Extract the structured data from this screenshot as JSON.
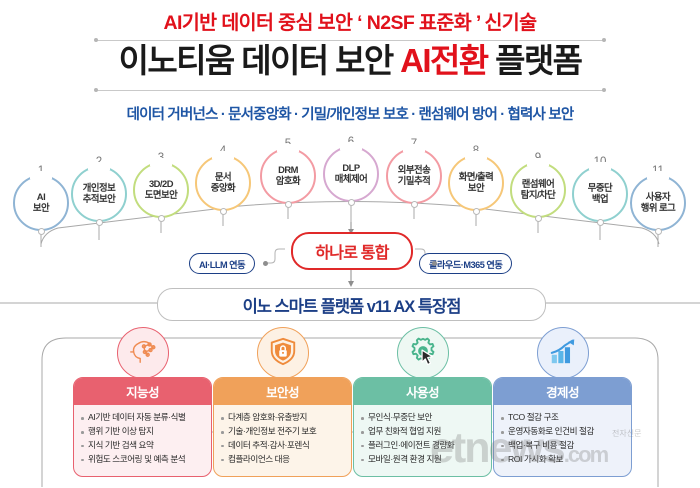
{
  "header": {
    "kicker": "AI기반 데이터 중심 보안 ‘ N2SF 표준화 ’ 신기술",
    "title_pre": "이노티움 데이터 보안 ",
    "title_accent": "AI전환",
    "title_post": " 플랫폼",
    "subtitle": "데이터 거버넌스 · 문서중앙화 · 기밀/개인정보 보호 · 랜섬웨어 방어 · 협력사 보안",
    "kicker_color": "#e1111b",
    "accent_color": "#e1111b",
    "subtitle_color": "#1f56a5"
  },
  "nodes": [
    {
      "num": "1",
      "label": "AI\n보안",
      "color": "#8fb4d4"
    },
    {
      "num": "2",
      "label": "개인정보\n추적보안",
      "color": "#8fd0cf"
    },
    {
      "num": "3",
      "label": "3D/2D\n도면보안",
      "color": "#c2dd7e"
    },
    {
      "num": "4",
      "label": "문서\n중앙화",
      "color": "#f6c778"
    },
    {
      "num": "5",
      "label": "DRM\n암호화",
      "color": "#f39ba3"
    },
    {
      "num": "6",
      "label": "DLP\n매체제어",
      "color": "#d6a8d0"
    },
    {
      "num": "7",
      "label": "외부전송\n기밀추적",
      "color": "#f39ba3"
    },
    {
      "num": "8",
      "label": "화면/출력\n보안",
      "color": "#f6c778"
    },
    {
      "num": "9",
      "label": "랜섬웨어\n탐지/차단",
      "color": "#c2dd7e"
    },
    {
      "num": "10",
      "label": "무중단\n백업",
      "color": "#8fd0cf"
    },
    {
      "num": "11",
      "label": "사용자\n행위 로그",
      "color": "#8fb4d4"
    }
  ],
  "center": {
    "hub_label": "하나로 통합",
    "hub_color": "#e02929",
    "left_pill": "AI·LLM 연동",
    "right_pill": "클라우드·M365 연동",
    "pill_color": "#1c3f86",
    "platform_bar": "이노 스마트 플랫폼 v11 AX 특장점"
  },
  "cards": [
    {
      "title": "지능성",
      "header_color": "#e8616f",
      "body_color": "#fdeff1",
      "icon_bg": "#fdeaec",
      "icon_stroke": "#ef8b52",
      "icon": "brain-head-icon",
      "items": [
        "AI기반 데이터 자동 분류·식별",
        "행위 기반 이상 탐지",
        "지식 기반 검색 요약",
        "위험도 스코어링 및 예측 분석"
      ]
    },
    {
      "title": "보안성",
      "header_color": "#f0a15a",
      "body_color": "#fdf4e9",
      "icon_bg": "#fdf1e4",
      "icon_stroke": "#ef8b3c",
      "icon": "shield-lock-icon",
      "items": [
        "다계층 암호화·유출방지",
        "기술·개인정보 전주기 보호",
        "데이터 추적·감사·포렌식",
        "컴플라이언스 대응"
      ]
    },
    {
      "title": "사용성",
      "header_color": "#6cbfa4",
      "body_color": "#eef8f4",
      "icon_bg": "#eef8f3",
      "icon_stroke": "#49b48c",
      "icon": "gear-cursor-icon",
      "items": [
        "무인식·무중단 보안",
        "업무 친화적 협업 지원",
        "플러그인·에이전트 경량화",
        "모바일·원격 환경 지원"
      ]
    },
    {
      "title": "경제성",
      "header_color": "#7d9ed2",
      "body_color": "#eef2fa",
      "icon_bg": "#eaf0fb",
      "icon_stroke": "#3f9ae0",
      "icon": "bar-chart-growth-icon",
      "items": [
        "TCO 절감 구조",
        "운영자동화로 인건비 절감",
        "백업·복구 비용 절감",
        "ROI 가시화 확보"
      ]
    }
  ],
  "watermark": {
    "text": "etnews",
    "suffix": ".com",
    "korean": "전자신문"
  }
}
